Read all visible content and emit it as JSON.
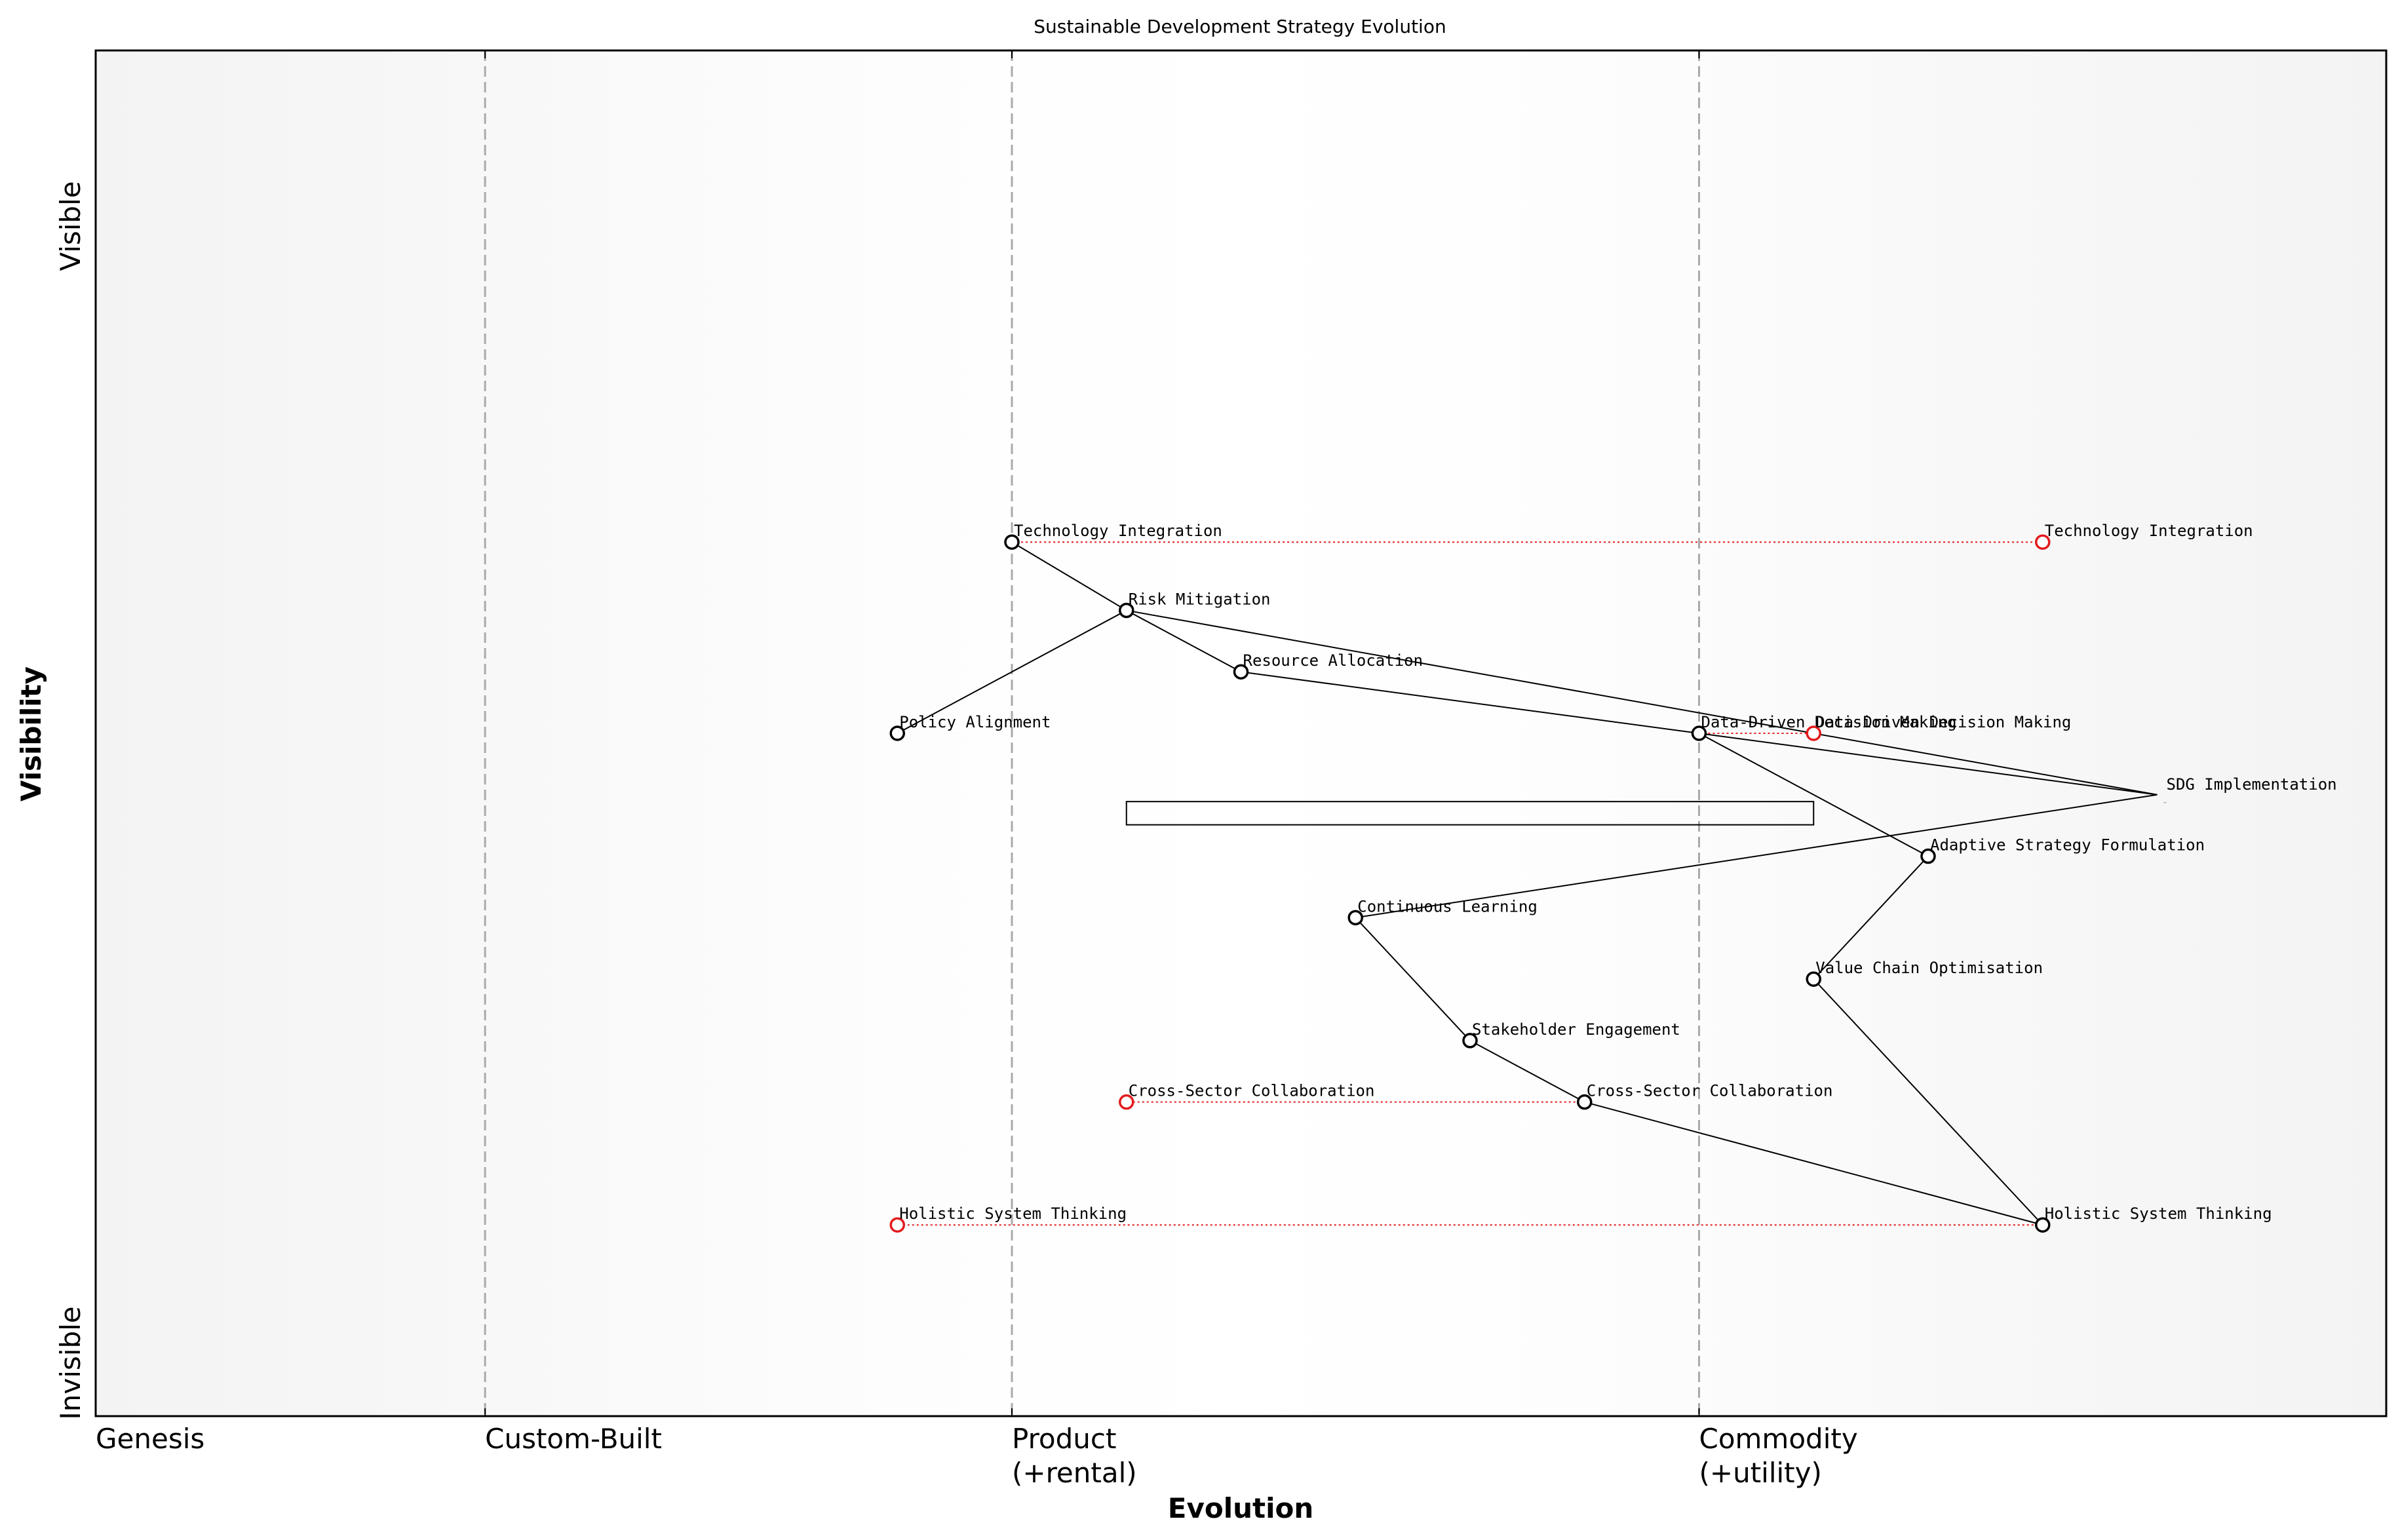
{
  "chart_data": {
    "type": "scatter",
    "subtype": "wardley-map",
    "title": "Sustainable Development Strategy Evolution",
    "xlabel": "Evolution",
    "ylabel": "Visibility",
    "xlim": [
      0,
      1
    ],
    "ylim": [
      0,
      1
    ],
    "y_axis_labels": {
      "top": "Visible",
      "bottom": "Invisible"
    },
    "stages": [
      {
        "x": 0.0,
        "label": "Genesis"
      },
      {
        "x": 0.17,
        "label": "Custom-Built"
      },
      {
        "x": 0.4,
        "label": "Product\n(+rental)"
      },
      {
        "x": 0.7,
        "label": "Commodity\n(+utility)"
      }
    ],
    "stage_dividers": [
      0.17,
      0.4,
      0.7
    ],
    "components": [
      {
        "id": "tech",
        "name": "Technology Integration",
        "x": 0.4,
        "y": 0.64
      },
      {
        "id": "risk",
        "name": "Risk Mitigation",
        "x": 0.45,
        "y": 0.59
      },
      {
        "id": "resource",
        "name": "Resource Allocation",
        "x": 0.5,
        "y": 0.545
      },
      {
        "id": "policy",
        "name": "Policy Alignment",
        "x": 0.35,
        "y": 0.5
      },
      {
        "id": "data",
        "name": "Data-Driven Decision Making",
        "x": 0.7,
        "y": 0.5
      },
      {
        "id": "sdg",
        "name": "SDG Implementation",
        "x": 0.9,
        "y": 0.455,
        "no_marker": true
      },
      {
        "id": "adaptive",
        "name": "Adaptive Strategy Formulation",
        "x": 0.8,
        "y": 0.41
      },
      {
        "id": "learning",
        "name": "Continuous Learning",
        "x": 0.55,
        "y": 0.365
      },
      {
        "id": "value",
        "name": "Value Chain Optimisation",
        "x": 0.75,
        "y": 0.32
      },
      {
        "id": "stakeholder",
        "name": "Stakeholder Engagement",
        "x": 0.6,
        "y": 0.275
      },
      {
        "id": "cross",
        "name": "Cross-Sector Collaboration",
        "x": 0.65,
        "y": 0.23
      },
      {
        "id": "holistic",
        "name": "Holistic System Thinking",
        "x": 0.85,
        "y": 0.14
      }
    ],
    "links": [
      [
        "tech",
        "risk"
      ],
      [
        "risk",
        "resource"
      ],
      [
        "risk",
        "policy"
      ],
      [
        "risk",
        "sdg"
      ],
      [
        "resource",
        "data"
      ],
      [
        "data",
        "sdg"
      ],
      [
        "data",
        "adaptive"
      ],
      [
        "sdg",
        "learning"
      ],
      [
        "adaptive",
        "value"
      ],
      [
        "value",
        "holistic"
      ],
      [
        "learning",
        "stakeholder"
      ],
      [
        "stakeholder",
        "cross"
      ],
      [
        "cross",
        "holistic"
      ]
    ],
    "evolutions": [
      {
        "name": "Technology Integration",
        "from": 0.4,
        "to": 0.85,
        "y": 0.64
      },
      {
        "name": "Data-Driven Decision Making",
        "from": 0.7,
        "to": 0.75,
        "y": 0.5
      },
      {
        "name": "Cross-Sector Collaboration",
        "from": 0.65,
        "to": 0.45,
        "y": 0.23
      },
      {
        "name": "Holistic System Thinking",
        "from": 0.85,
        "to": 0.35,
        "y": 0.14
      }
    ],
    "rectangles": [
      {
        "x0": 0.45,
        "x1": 0.75,
        "y0": 0.433,
        "y1": 0.45
      }
    ],
    "grid": false,
    "colors": {
      "component_edge": "#000000",
      "evolved_edge": "#e31a1c",
      "evolution_line": "#e31a1c",
      "divider": "#aaaaaa",
      "link": "#000000"
    }
  }
}
